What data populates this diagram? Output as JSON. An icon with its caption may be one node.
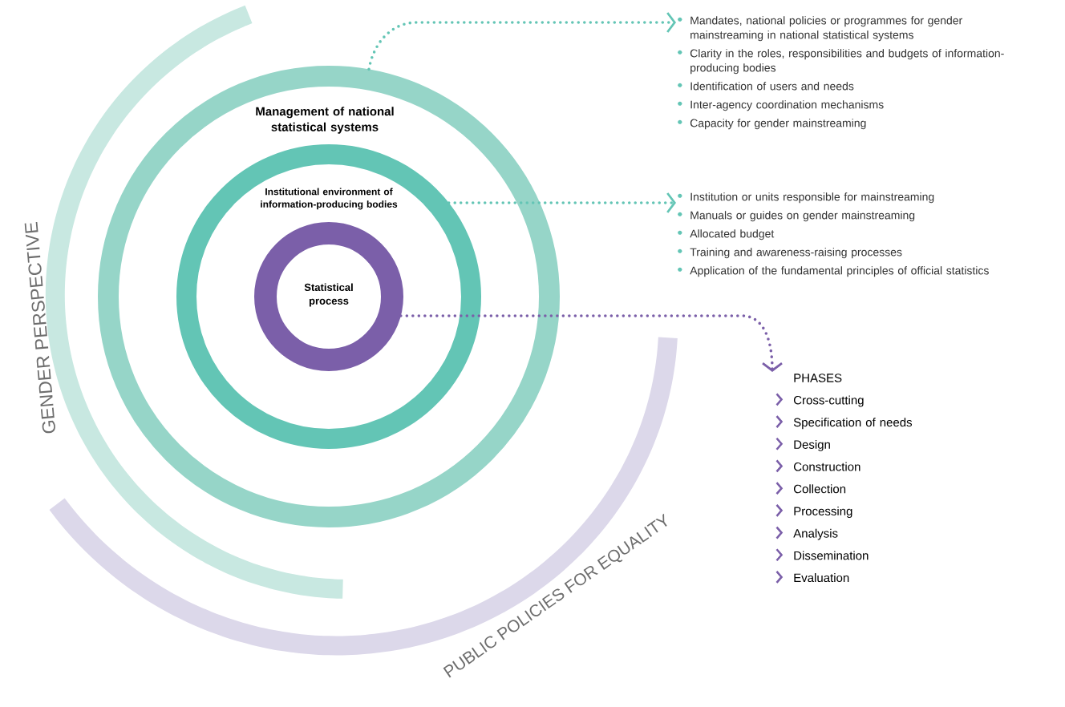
{
  "diagram": {
    "nodes": [
      {
        "text": [
          "Management of national statistical systems"
        ]
      },
      {
        "text": [
          "Institutional environment of information-producing bodies"
        ],
        "in": 0
      },
      {
        "text": [
          "Statistical process"
        ],
        "in": 1
      },
      {
        "text": [
          "Mandates, national policies or programmes for gender mainstreaming in national statistical systems",
          "Clarity in the roles, responsibilities and budgets of information-producing bodies",
          "Identification of users and needs",
          "Inter-agency coordination mechanisms",
          "Capacity for gender mainstreaming"
        ]
      },
      {
        "text": [
          "Institution or units responsible for mainstreaming",
          "Manuals or guides on gender mainstreaming",
          "Allocated budget",
          "Training and awareness-raising processes",
          "Application of the fundamental principles of official statistics"
        ]
      },
      {
        "text": [
          "PHASES",
          "Cross-cutting",
          "Specification of needs",
          "Design",
          "Construction",
          "Collection",
          "Processing",
          "Analysis",
          "Dissemination",
          "Evaluation"
        ]
      },
      {
        "text": [
          "GENDER PERSPECTIVE"
        ]
      },
      {
        "text": [
          "PUBLIC POLICIES FOR EQUALITY"
        ]
      }
    ],
    "edges": [
      {
        "from": 0,
        "to": 3,
        "arrow": "to"
      },
      {
        "from": 1,
        "to": 4,
        "arrow": "to"
      },
      {
        "from": 2,
        "to": 5,
        "arrow": "to",
        "color": "#7b5fa9"
      }
    ]
  }
}
